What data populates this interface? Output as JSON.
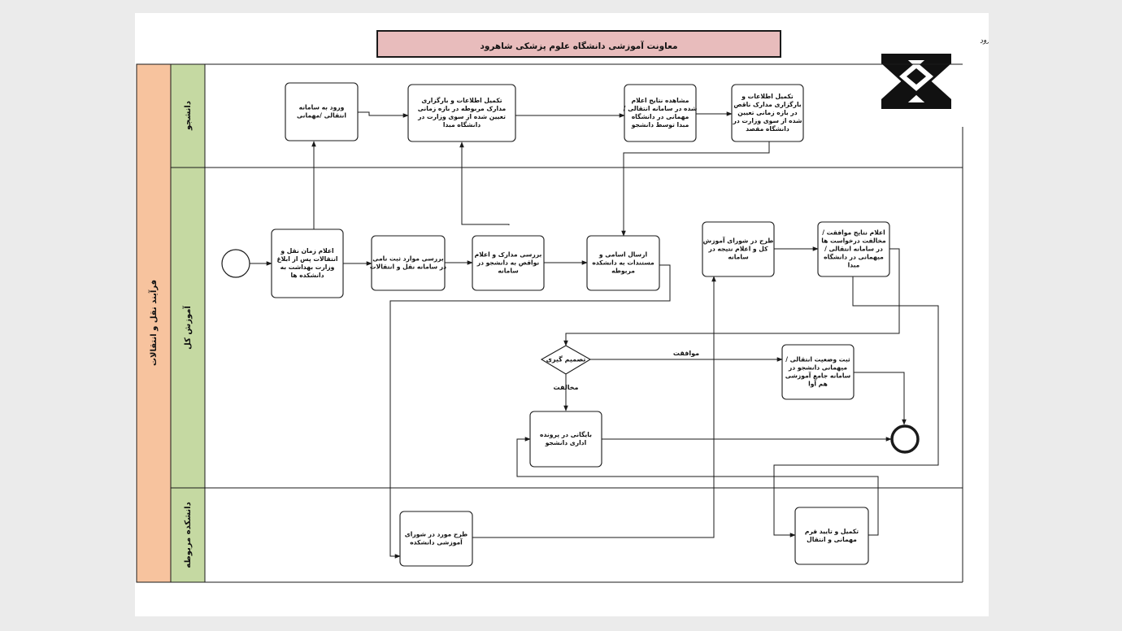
{
  "title": "معاونت آموزشی دانشگاه علوم پزشکی شاهرود",
  "logo": {
    "text": "دانشگاه علوم پزشکی و خدمات بهداشتی درمانی شاهرود",
    "icon": "shahroud-university-emblem-icon"
  },
  "pool": {
    "label": "فرآیند نقل و انتقالات"
  },
  "lanes": {
    "student": "دانشجو",
    "general": "آموزش کل",
    "faculty": "دانشکده مربوطه"
  },
  "colors": {
    "title_fill": "#e8bcbc",
    "pool_fill": "#f7c39e",
    "lane_fill": "#c5d9a2",
    "line": "#1a1a1a"
  },
  "tasks": {
    "t_login": [
      "ورود به سامانه",
      "انتقالی /مهمانی"
    ],
    "t_complete": [
      "تکمیل اطلاعات و بارگزاری",
      "مدارک مربوطه در بازه زمانی",
      "تعیین شده از سوی وزارت در",
      "دانشگاه مبدا"
    ],
    "t_view": [
      "مشاهده نتایج اعلام",
      "شده در سامانه انتقالی /",
      "مهمانی در دانشگاه",
      "مبدا توسط دانشجو"
    ],
    "t_deficiency": [
      "تکمیل اطلاعات و",
      "بارگزاری مدارک ناقص",
      "در بازه زمانی تعیین",
      "شده از سوی وزارت در",
      "دانشگاه مقصد"
    ],
    "t_announce": [
      "اعلام زمان نقل و",
      "انتقالات پس از ابلاغ",
      "وزارت بهداشت به",
      "دانشکده ها"
    ],
    "t_review_reg": [
      "بررسی موارد ثبت نامی",
      "در سامانه نقل و انتقالات"
    ],
    "t_review_docs": [
      "بررسی مدارک و اعلام",
      "نواقص به دانشجو در",
      "سامانه"
    ],
    "t_send": [
      "ارسال اسامی و",
      "مستندات به دانشکده",
      "مربوطه"
    ],
    "t_council": [
      "طرح در شورای آموزش",
      "کل و اعلام نتیجه در",
      "سامانه"
    ],
    "t_result": [
      "اعلام نتایج موافقت /",
      "مخالفت درخواست ها",
      "در سامانه انتقالی /",
      "میهمانی در دانشگاه",
      "مبدا"
    ],
    "t_register": [
      "ثبت وضعیت انتقالی /",
      "میهمانی دانشجو در",
      "سامانه جامع آموزشی",
      "هم آوا"
    ],
    "t_archive": [
      "بایگانی در پرونده",
      "اداری دانشجو"
    ],
    "t_faculty_council": [
      "طرح مورد در شورای",
      "آموزشی دانشکده"
    ],
    "t_form": [
      "تکمیل و تایید فرم",
      "مهمانی و انتقال"
    ]
  },
  "gateway": {
    "label": "تصمیم گیری"
  },
  "edges": {
    "agree": "موافقت",
    "disagree": "مخالفت"
  }
}
